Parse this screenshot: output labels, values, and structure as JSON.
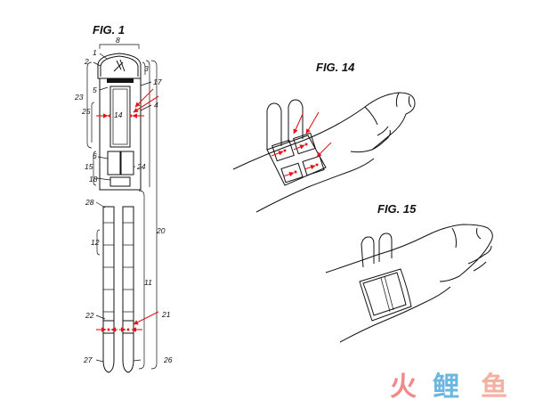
{
  "figures": {
    "fig1": {
      "title": "FIG. 1",
      "refs": [
        "1",
        "2",
        "3",
        "4",
        "5",
        "6",
        "8",
        "11",
        "12",
        "14",
        "15",
        "17",
        "18",
        "20",
        "21",
        "22",
        "23",
        "24",
        "25",
        "26",
        "27",
        "28"
      ]
    },
    "fig14": {
      "title": "FIG. 14"
    },
    "fig15": {
      "title": "FIG. 15"
    }
  },
  "watermark": {
    "chars": [
      "火",
      "鲤",
      "鱼"
    ],
    "colors": [
      "#f08a8a",
      "#6cb7e0",
      "#f5b0a0"
    ]
  },
  "colors": {
    "line": "#111111",
    "arrow": "#e3151a"
  }
}
